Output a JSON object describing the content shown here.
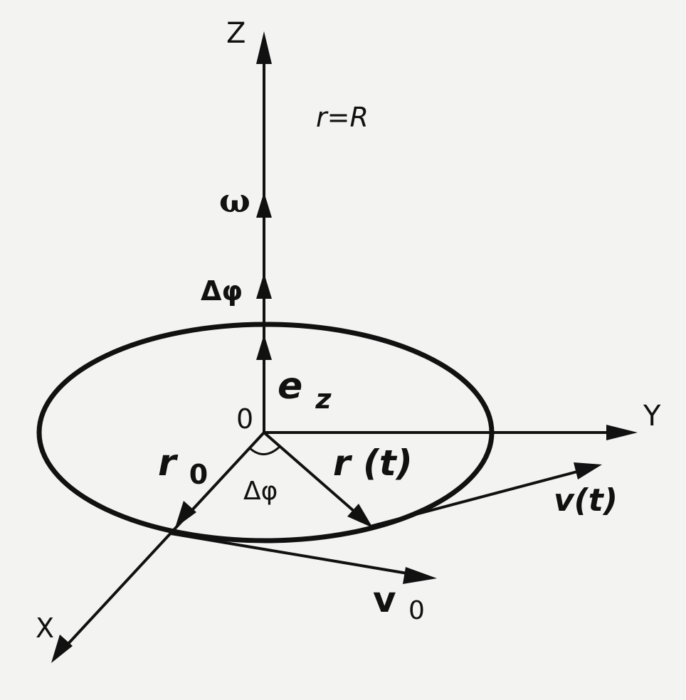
{
  "diagram": {
    "labels": {
      "axis_z": "Z",
      "axis_y": "Y",
      "axis_x": "X",
      "origin": "0",
      "condition": "r=R",
      "omega": "ω",
      "delta_phi_vector": "Δφ",
      "unit_vector_main": "e",
      "unit_vector_sub": "z",
      "r0_main": "r",
      "r0_sub": "0",
      "r_of_t": "r (t)",
      "delta_phi_angle": "Δφ",
      "v_of_t": "v(t)",
      "v0_main": "v",
      "v0_sub": "0"
    },
    "colors": {
      "ink": "#111111",
      "paper": "#f3f3f1"
    }
  }
}
